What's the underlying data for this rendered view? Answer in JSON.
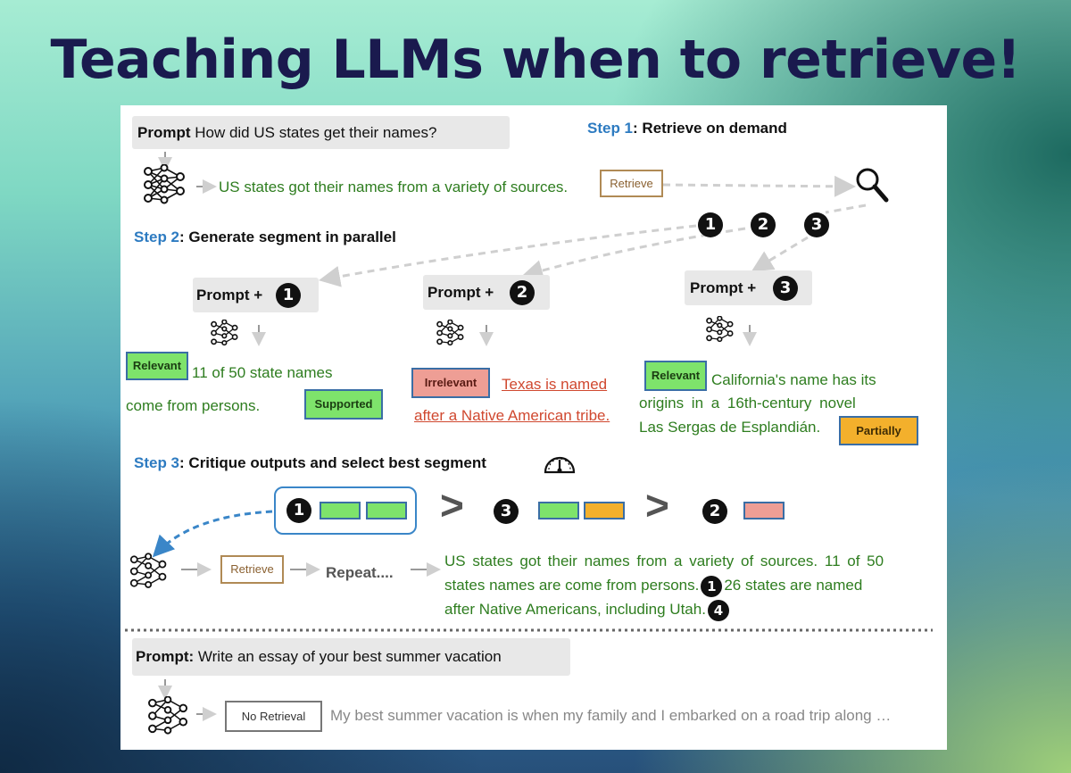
{
  "title": "Teaching LLMs when to retrieve!",
  "step1": {
    "num": "Step 1",
    "label": ": Retrieve on demand"
  },
  "prompt1": {
    "label": "Prompt",
    "text": " How did US states get their names?"
  },
  "output1": "US states got their names from a variety of sources.",
  "retrieve_label": "Retrieve",
  "circle_labels": [
    "1",
    "2",
    "3",
    "4"
  ],
  "step2": {
    "num": "Step 2",
    "label": ": Generate segment in parallel"
  },
  "prompt_plus": "Prompt +",
  "seg1": {
    "tag": "Relevant",
    "line1": "11 of 50 state names",
    "line2": "come from persons.",
    "tag2": "Supported"
  },
  "seg2": {
    "tag": "Irrelevant",
    "line1": "Texas is named",
    "line2": "after a Native American tribe."
  },
  "seg3": {
    "tag": "Relevant",
    "line1": "California's name has its",
    "line2": "origins in a 16th-century novel",
    "line3": "Las Sergas de Esplandián.",
    "tag2": "Partially"
  },
  "step3": {
    "num": "Step 3",
    "label": ": Critique outputs and select best segment"
  },
  "gt": ">",
  "repeat": "Repeat....",
  "final": {
    "line1": "US states got their names from a variety of sources. 11 of 50",
    "line2": "states names are come from persons.",
    "line2b": "26 states are named",
    "line3": "after Native Americans, including Utah."
  },
  "prompt2": {
    "label": "Prompt:",
    "text": " Write an essay of your best summer vacation"
  },
  "no_retrieval": "No Retrieval",
  "output2": "My best summer vacation is when my family and I embarked on a road trip along …",
  "colors": {
    "green": "#7ee36b",
    "red": "#ee9e95",
    "orange": "#f3b02c",
    "step_blue": "#2d7bc1",
    "text_green": "#2e7d1f"
  }
}
